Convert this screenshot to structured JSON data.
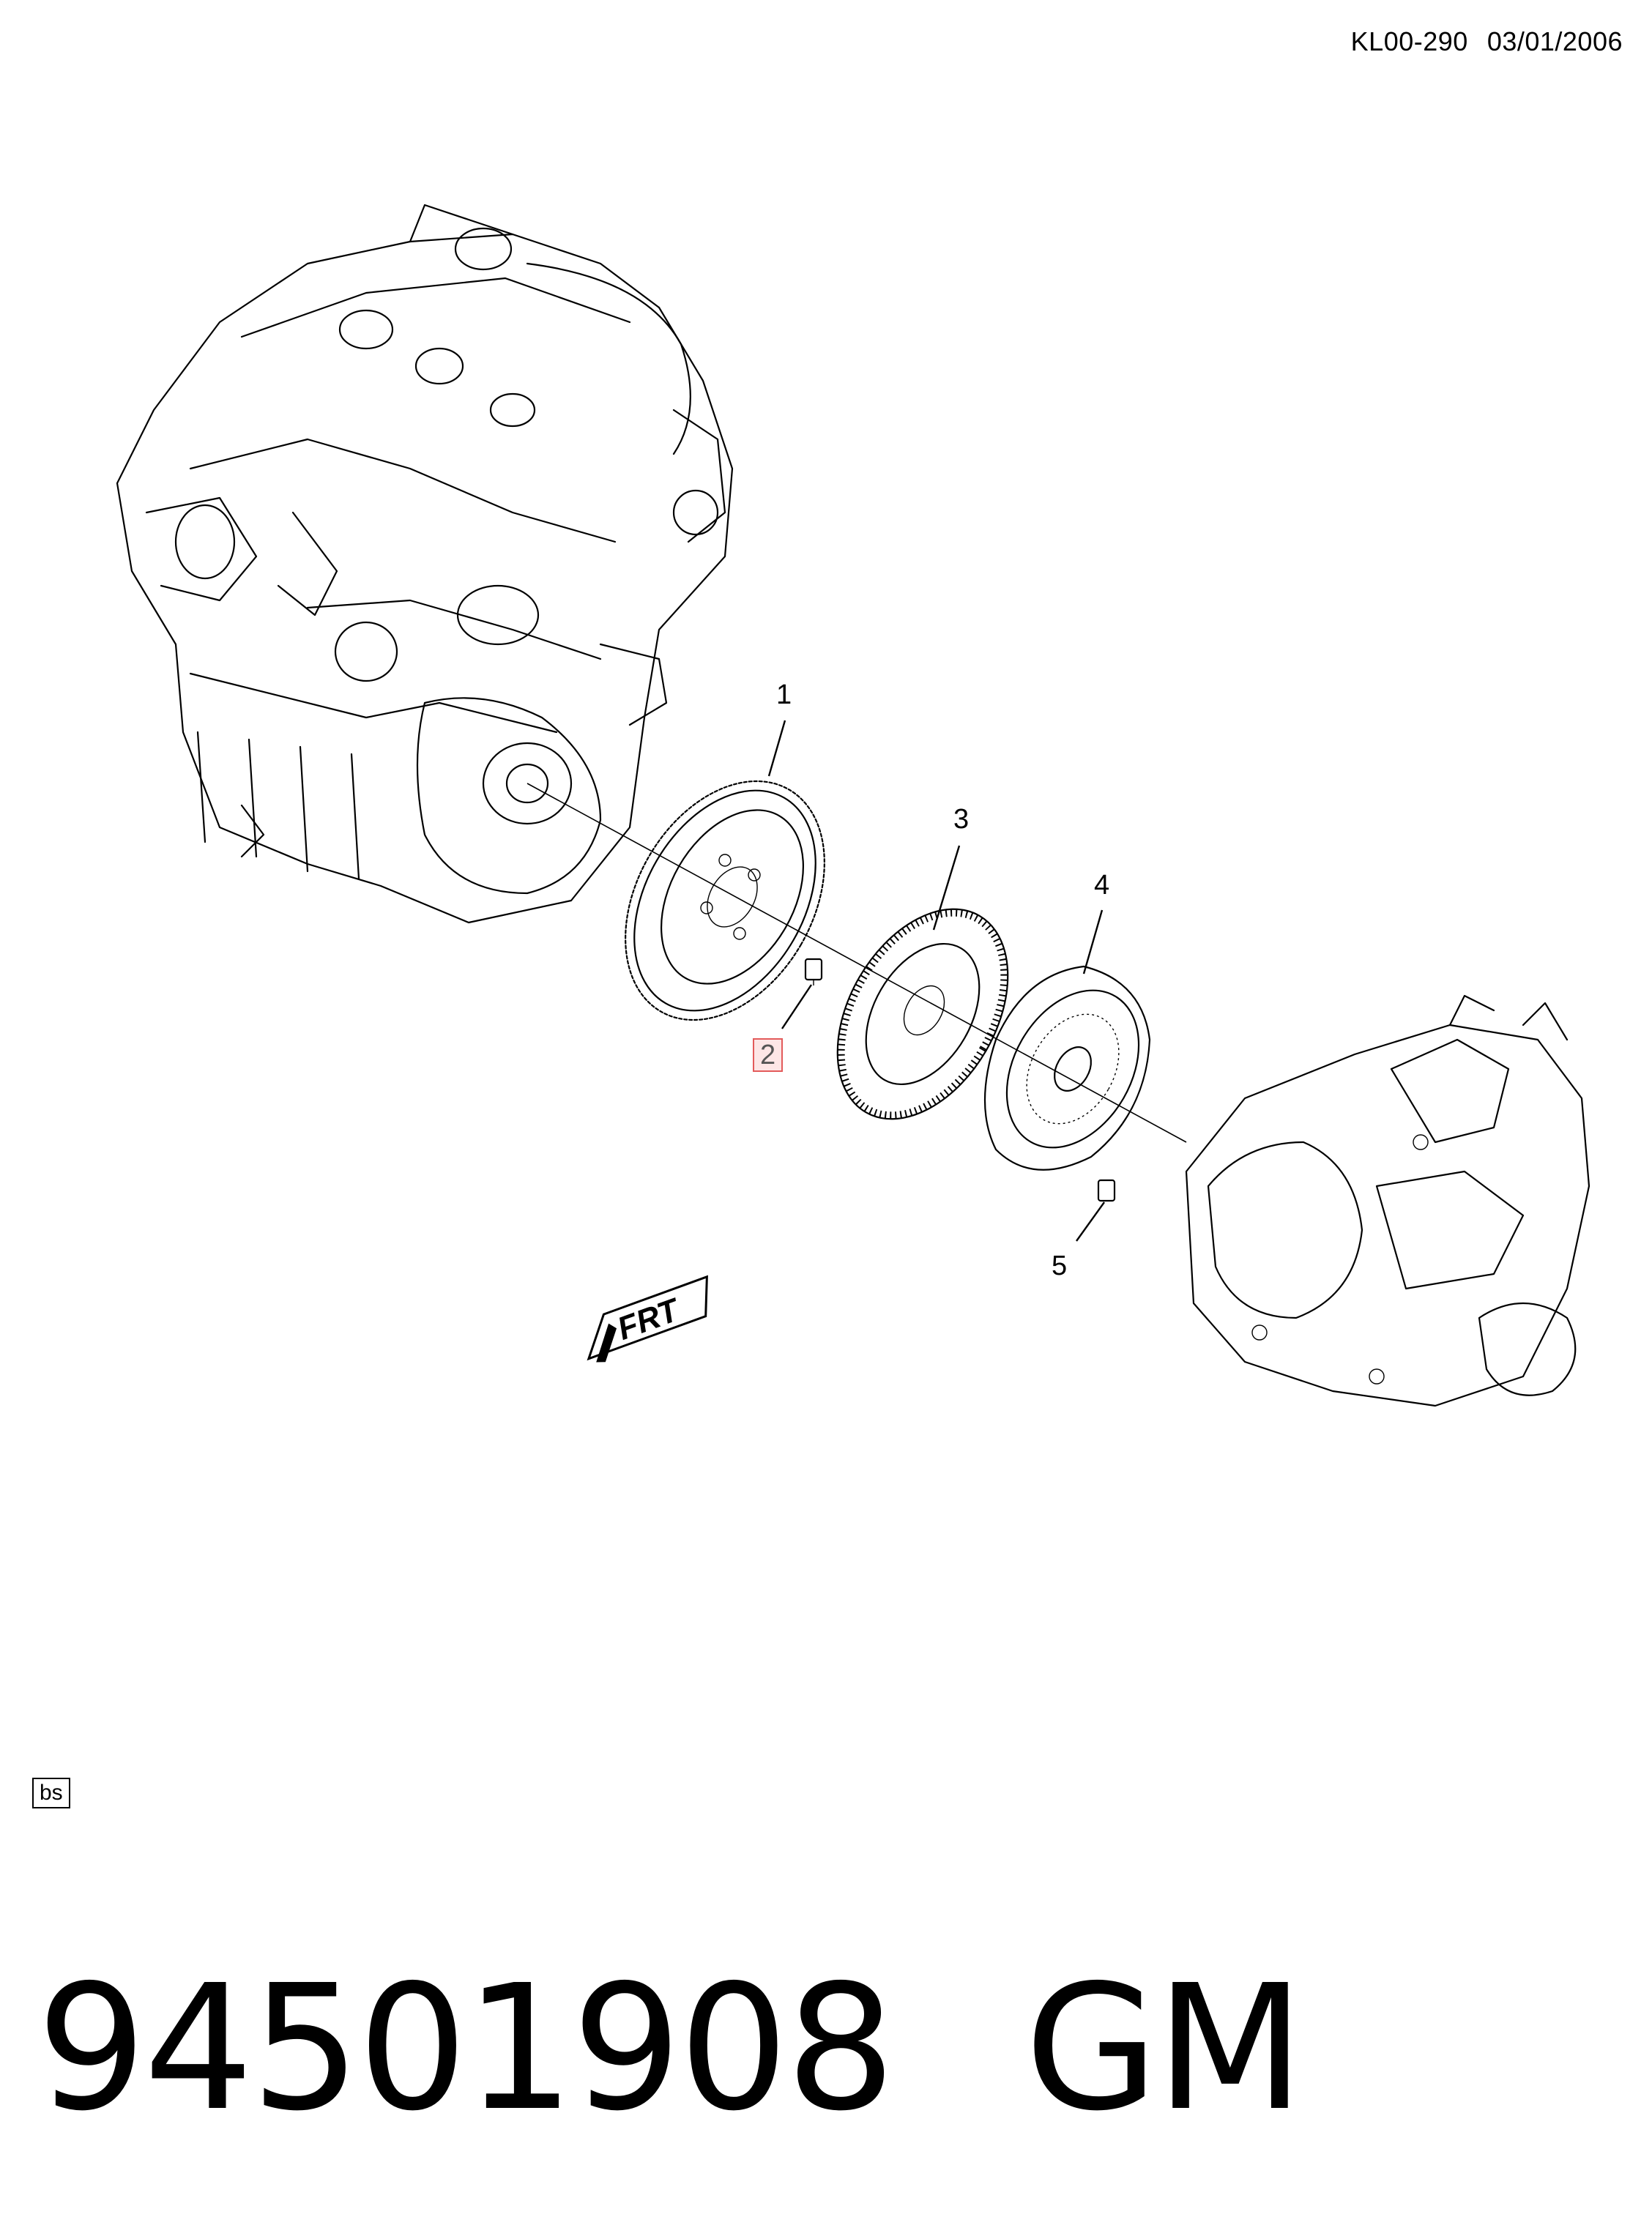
{
  "header": {
    "illustration_code": "KL00-290",
    "date": "03/01/2006"
  },
  "callouts": [
    {
      "id": "1",
      "label": "1"
    },
    {
      "id": "2",
      "label": "2",
      "highlighted": true
    },
    {
      "id": "3",
      "label": "3"
    },
    {
      "id": "4",
      "label": "4"
    },
    {
      "id": "5",
      "label": "5"
    }
  ],
  "direction_marker": {
    "text": "FRT"
  },
  "view_tag": {
    "text": "bs"
  },
  "footer": {
    "part_number": "94501908",
    "brand": "GM"
  },
  "colors": {
    "highlight_border": "#e35b5b",
    "highlight_fill": "#fde6e6"
  },
  "components": [
    "engine-block",
    "flywheel",
    "flywheel-bolt",
    "clutch-disc",
    "pressure-plate",
    "pressure-plate-bolt",
    "transaxle"
  ]
}
